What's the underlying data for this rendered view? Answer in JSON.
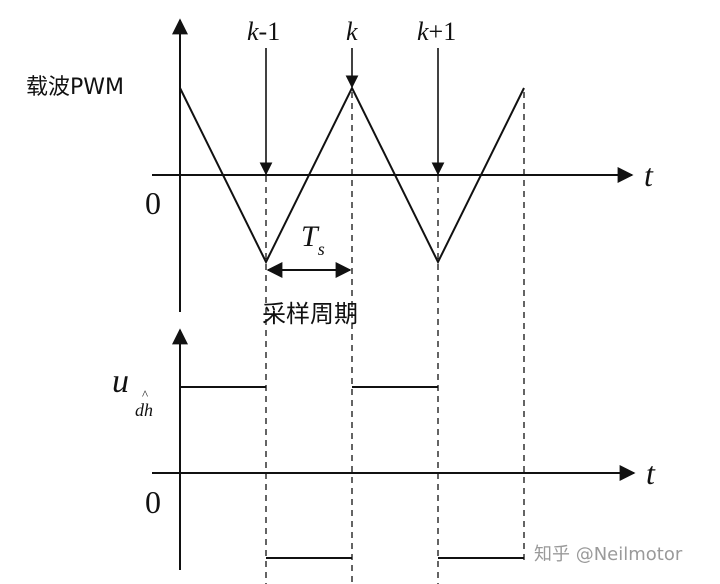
{
  "top_plot": {
    "carrier_label": "载波PWM",
    "origin_label": "0",
    "time_label": "t",
    "sample_labels": [
      {
        "var": "k",
        "suffix": "-1"
      },
      {
        "var": "k",
        "suffix": ""
      },
      {
        "var": "k",
        "suffix": "+1"
      }
    ],
    "period_symbol": "T",
    "period_subscript": "s",
    "period_caption": "采样周期"
  },
  "bottom_plot": {
    "signal_symbol": "u",
    "signal_accent": "^",
    "signal_subscript": "dh",
    "origin_label": "0",
    "time_label": "t"
  },
  "watermark": "知乎 @Neilmotor"
}
